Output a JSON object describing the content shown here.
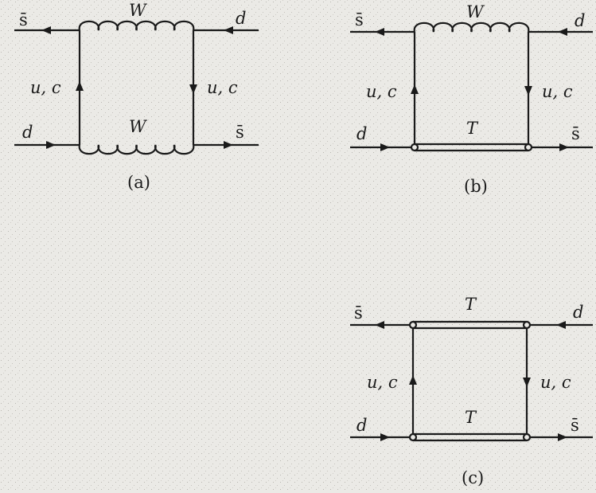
{
  "diagrams": [
    {
      "caption": "(a)",
      "top_left": "s̄",
      "top_right": "d",
      "bottom_left": "d",
      "bottom_right": "s̄",
      "top_propagator": "W",
      "bottom_propagator": "W",
      "left_quarks": "u, c",
      "right_quarks": "u, c"
    },
    {
      "caption": "(b)",
      "top_left": "s̄",
      "top_right": "d",
      "bottom_left": "d",
      "bottom_right": "s̄",
      "top_propagator": "W",
      "bottom_propagator": "T",
      "left_quarks": "u, c",
      "right_quarks": "u, c"
    },
    {
      "caption": "(c)",
      "top_left": "s̄",
      "top_right": "d",
      "bottom_left": "d",
      "bottom_right": "s̄",
      "top_propagator": "T",
      "bottom_propagator": "T",
      "left_quarks": "u, c",
      "right_quarks": "u, c"
    }
  ],
  "colors": {
    "ink": "#1a1a1a",
    "paper": "#ebeae6"
  }
}
